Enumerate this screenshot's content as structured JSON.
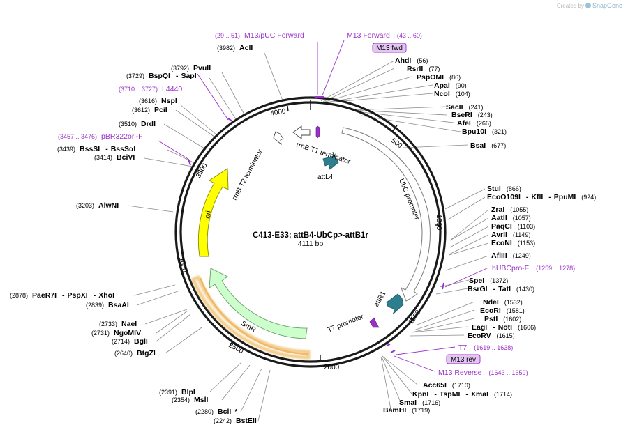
{
  "watermark": {
    "prefix": "Created by",
    "brand": "SnapGene"
  },
  "plasmid": {
    "name": "C413-E33: attB4-UbCp>-attB1r",
    "length_label": "4111 bp",
    "length": 4111
  },
  "tick_labels": [
    "500",
    "1000",
    "1500",
    "2000",
    "2500",
    "3000",
    "3500",
    "4000"
  ],
  "features": [
    {
      "name": "rrnB T1 terminator",
      "type": "terminator"
    },
    {
      "name": "attL4",
      "type": "att"
    },
    {
      "name": "UbC promoter",
      "type": "promoter"
    },
    {
      "name": "attR1",
      "type": "att"
    },
    {
      "name": "T7 promoter",
      "type": "promoter"
    },
    {
      "name": "SmR",
      "type": "cds"
    },
    {
      "name": "ori",
      "type": "origin"
    },
    {
      "name": "rrnB T2 terminator",
      "type": "terminator"
    }
  ],
  "colors": {
    "ori": "#ffff00",
    "smr": "#ccffcc",
    "att": "#2d7f8f",
    "primer": "#9b30c8",
    "primer_bg": "#e3c6f1",
    "smr_glow": "#f3cc8a"
  },
  "primer_boxes": [
    {
      "label": "M13 fwd"
    },
    {
      "label": "M13 rev"
    }
  ],
  "enzymes": [
    {
      "name": "AclI",
      "pos": "(3982)"
    },
    {
      "name": "PvuII",
      "pos": "(3792)"
    },
    {
      "name": "BspQI",
      "name2": "SapI",
      "pos": "(3729)"
    },
    {
      "name": "NspI",
      "pos": "(3616)"
    },
    {
      "name": "PciI",
      "pos": "(3612)"
    },
    {
      "name": "DrdI",
      "pos": "(3510)"
    },
    {
      "name": "BssSI",
      "name2": "BssSαI",
      "pos": "(3439)"
    },
    {
      "name": "BciVI",
      "pos": "(3414)"
    },
    {
      "name": "AlwNI",
      "pos": "(3203)"
    },
    {
      "name": "PaeR7I",
      "name2": "PspXI",
      "name3": "XhoI",
      "pos": "(2878)"
    },
    {
      "name": "BsaAI",
      "pos": "(2839)"
    },
    {
      "name": "NaeI",
      "pos": "(2733)"
    },
    {
      "name": "NgoMIV",
      "pos": "(2731)"
    },
    {
      "name": "BglI",
      "pos": "(2714)"
    },
    {
      "name": "BtgZI",
      "pos": "(2640)"
    },
    {
      "name": "BlpI",
      "pos": "(2391)"
    },
    {
      "name": "MslI",
      "pos": "(2354)"
    },
    {
      "name": "BclI",
      "suffix": "*",
      "pos": "(2280)"
    },
    {
      "name": "BstEII",
      "pos": "(2242)"
    },
    {
      "name": "AhdI",
      "pos": "(56)"
    },
    {
      "name": "RsrII",
      "pos": "(77)"
    },
    {
      "name": "PspOMI",
      "pos": "(86)"
    },
    {
      "name": "ApaI",
      "pos": "(90)"
    },
    {
      "name": "NcoI",
      "pos": "(104)"
    },
    {
      "name": "SacII",
      "pos": "(241)"
    },
    {
      "name": "BseRI",
      "pos": "(243)"
    },
    {
      "name": "AfeI",
      "pos": "(266)"
    },
    {
      "name": "Bpu10I",
      "pos": "(321)"
    },
    {
      "name": "BsaI",
      "pos": "(677)"
    },
    {
      "name": "StuI",
      "pos": "(866)"
    },
    {
      "name": "EcoO109I",
      "name2": "KflI",
      "name3": "PpuMI",
      "pos": "(924)"
    },
    {
      "name": "ZraI",
      "pos": "(1055)"
    },
    {
      "name": "AatII",
      "pos": "(1057)"
    },
    {
      "name": "PaqCI",
      "pos": "(1103)"
    },
    {
      "name": "AvrII",
      "pos": "(1149)"
    },
    {
      "name": "EcoNI",
      "pos": "(1153)"
    },
    {
      "name": "AflIII",
      "pos": "(1249)"
    },
    {
      "name": "SpeI",
      "pos": "(1372)"
    },
    {
      "name": "BsrGI",
      "name2": "TatI",
      "pos": "(1430)"
    },
    {
      "name": "NdeI",
      "pos": "(1532)"
    },
    {
      "name": "EcoRI",
      "pos": "(1581)"
    },
    {
      "name": "PstI",
      "pos": "(1602)"
    },
    {
      "name": "EagI",
      "name2": "NotI",
      "pos": "(1606)"
    },
    {
      "name": "EcoRV",
      "pos": "(1615)"
    },
    {
      "name": "Acc65I",
      "pos": "(1710)"
    },
    {
      "name": "KpnI",
      "name2": "TspMI",
      "name3": "XmaI",
      "pos": "(1714)"
    },
    {
      "name": "SmaI",
      "pos": "(1716)"
    },
    {
      "name": "BamHI",
      "pos": "(1719)"
    }
  ],
  "primers": [
    {
      "name": "M13/pUC Forward",
      "pos": "(29 .. 51)"
    },
    {
      "name": "M13 Forward",
      "pos": "(43 .. 60)"
    },
    {
      "name": "L4440",
      "pos": "(3710 .. 3727)"
    },
    {
      "name": "pBR322ori-F",
      "pos": "(3457 .. 3476)"
    },
    {
      "name": "hUBCpro-F",
      "pos": "(1259 .. 1278)"
    },
    {
      "name": "T7",
      "pos": "(1619 .. 1638)"
    },
    {
      "name": "M13 Reverse",
      "pos": "(1643 .. 1659)"
    }
  ]
}
